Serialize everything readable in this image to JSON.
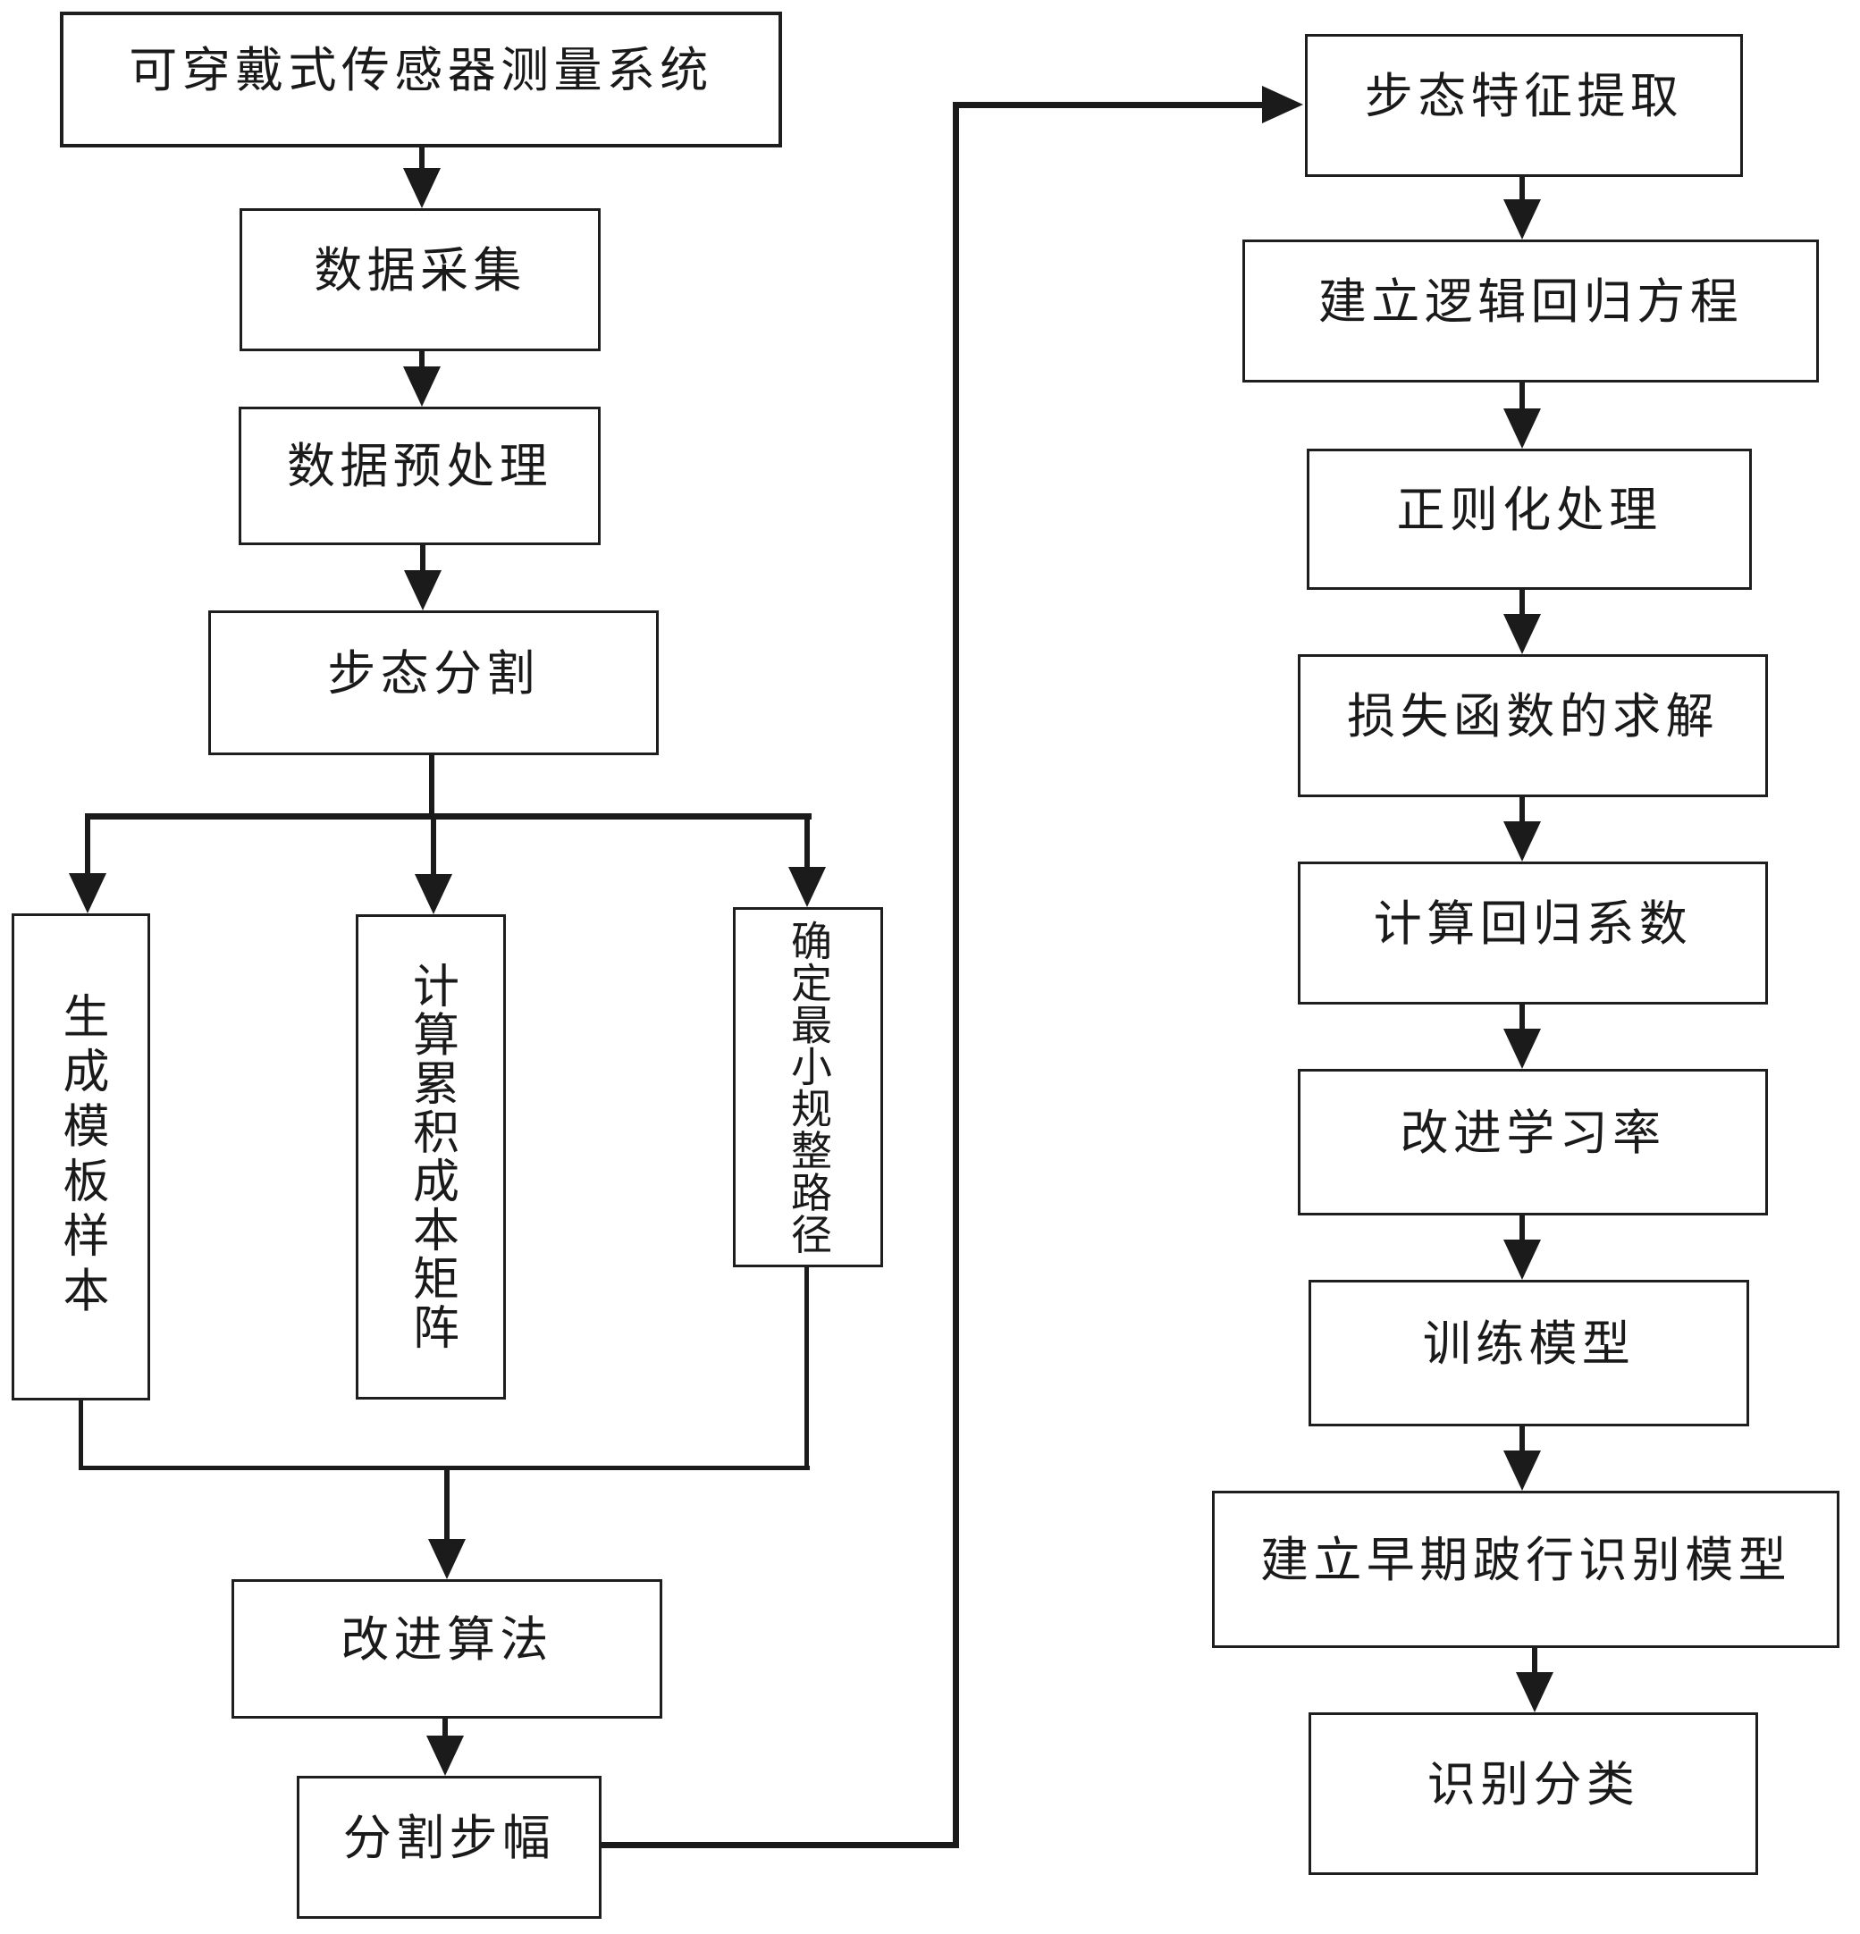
{
  "boxes": {
    "system": "可穿戴式传感器测量系统",
    "data_collection": "数据采集",
    "data_preprocessing": "数据预处理",
    "gait_segmentation": "步态分割",
    "generate_template_samples": "生成模板样本",
    "compute_cumulative_cost_matrix": "计算累积成本矩阵",
    "determine_min_warping_path": "确定最小规整路径",
    "improved_algorithm": "改进算法",
    "segment_stride": "分割步幅",
    "gait_feature_extraction": "步态特征提取",
    "build_logistic_regression": "建立逻辑回归方程",
    "regularization": "正则化处理",
    "solve_loss_function": "损失函数的求解",
    "compute_regression_coefficients": "计算回归系数",
    "improve_learning_rate": "改进学习率",
    "train_model": "训练模型",
    "build_early_lameness_model": "建立早期跛行识别模型",
    "recognition_classification": "识别分类"
  },
  "colors": {
    "line": "#1b1b1b",
    "background": "#ffffff",
    "text": "#1a1a1a"
  }
}
